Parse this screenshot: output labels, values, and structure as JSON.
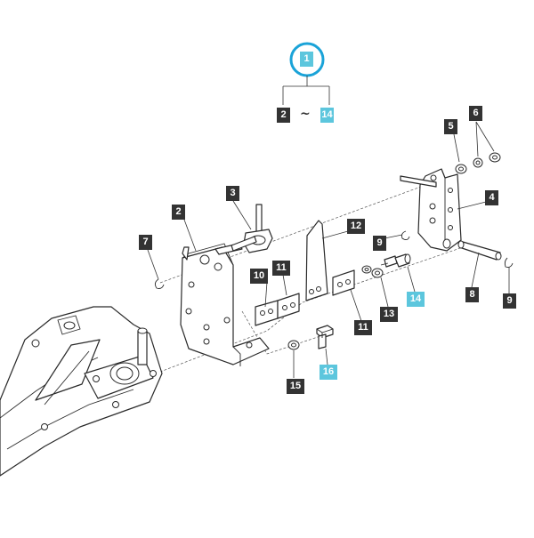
{
  "diagram": {
    "assembly_label": "1",
    "range_start": "2",
    "range_separator": "~",
    "range_end": "14",
    "colors": {
      "label_dark": "#333333",
      "label_highlight": "#5cc6dd",
      "circle": "#1aa3d8",
      "line": "#2a2a2a"
    },
    "callouts": [
      {
        "id": "2a",
        "text": "2",
        "highlight": false
      },
      {
        "id": "3",
        "text": "3",
        "highlight": false
      },
      {
        "id": "4",
        "text": "4",
        "highlight": false
      },
      {
        "id": "5",
        "text": "5",
        "highlight": false
      },
      {
        "id": "6",
        "text": "6",
        "highlight": false
      },
      {
        "id": "7",
        "text": "7",
        "highlight": false
      },
      {
        "id": "8",
        "text": "8",
        "highlight": false
      },
      {
        "id": "9a",
        "text": "9",
        "highlight": false
      },
      {
        "id": "9b",
        "text": "9",
        "highlight": false
      },
      {
        "id": "10",
        "text": "10",
        "highlight": false
      },
      {
        "id": "11a",
        "text": "11",
        "highlight": false
      },
      {
        "id": "11b",
        "text": "11",
        "highlight": false
      },
      {
        "id": "12",
        "text": "12",
        "highlight": false
      },
      {
        "id": "13",
        "text": "13",
        "highlight": false
      },
      {
        "id": "14",
        "text": "14",
        "highlight": true
      },
      {
        "id": "15",
        "text": "15",
        "highlight": false
      },
      {
        "id": "16",
        "text": "16",
        "highlight": true
      }
    ]
  }
}
